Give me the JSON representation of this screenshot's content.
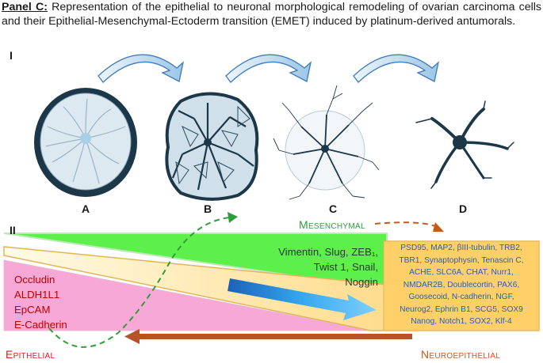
{
  "caption": {
    "lead": "Panel C:",
    "text": " Representation of the epithelial to neuronal morphological remodeling of ovarian carcinoma cells and their Epithelial-Mesenchymal-Ectoderm transition (EMET) induced by platinum-derived antumorals."
  },
  "section_one": "I",
  "section_two": "II",
  "cells": [
    {
      "label": "A"
    },
    {
      "label": "B"
    },
    {
      "label": "C"
    },
    {
      "label": "D"
    }
  ],
  "stages": {
    "mesenchymal": "Mesenchymal",
    "epithelial": "Epithelial",
    "neuroepithelial": "Neuroepithelial"
  },
  "epithelial_markers": [
    "Occludin",
    "ALDH1L1",
    "EpCAM",
    "E-Cadherin"
  ],
  "mesenchymal_markers": [
    "Vimentin, Slug, ZEB₁,",
    "Twist 1, Snail,",
    "Noggin"
  ],
  "neuro_markers": [
    "PSD95, MAP2, βIII-tubulin, TRB2,",
    "TBR1, Synaptophysin, Tenascin C,",
    "ACHE, SLC6A, CHAT, Nurr1,",
    "NMDAR2B, Doublecortin, PAX6,",
    "Goosecoid, N-cadherin, NGF,",
    "Neurog2, Ephrin B1, SCG5, SOX9",
    "Nanog, Notch1, SOX2, Klf-4"
  ],
  "colors": {
    "green_band": "#5ef04a",
    "pink_band": "#f7a8d6",
    "yellow_band": "#ffd267",
    "blue_arrow": "#39a8ee",
    "epithelial_text": "#d42020",
    "mesenchymal_text": "#2e9e3a",
    "neuro_text": "#c65a1e",
    "brown_arrow": "#b5532b",
    "cell_fill": "#cfe0ea",
    "cell_outline": "#1c3748"
  }
}
